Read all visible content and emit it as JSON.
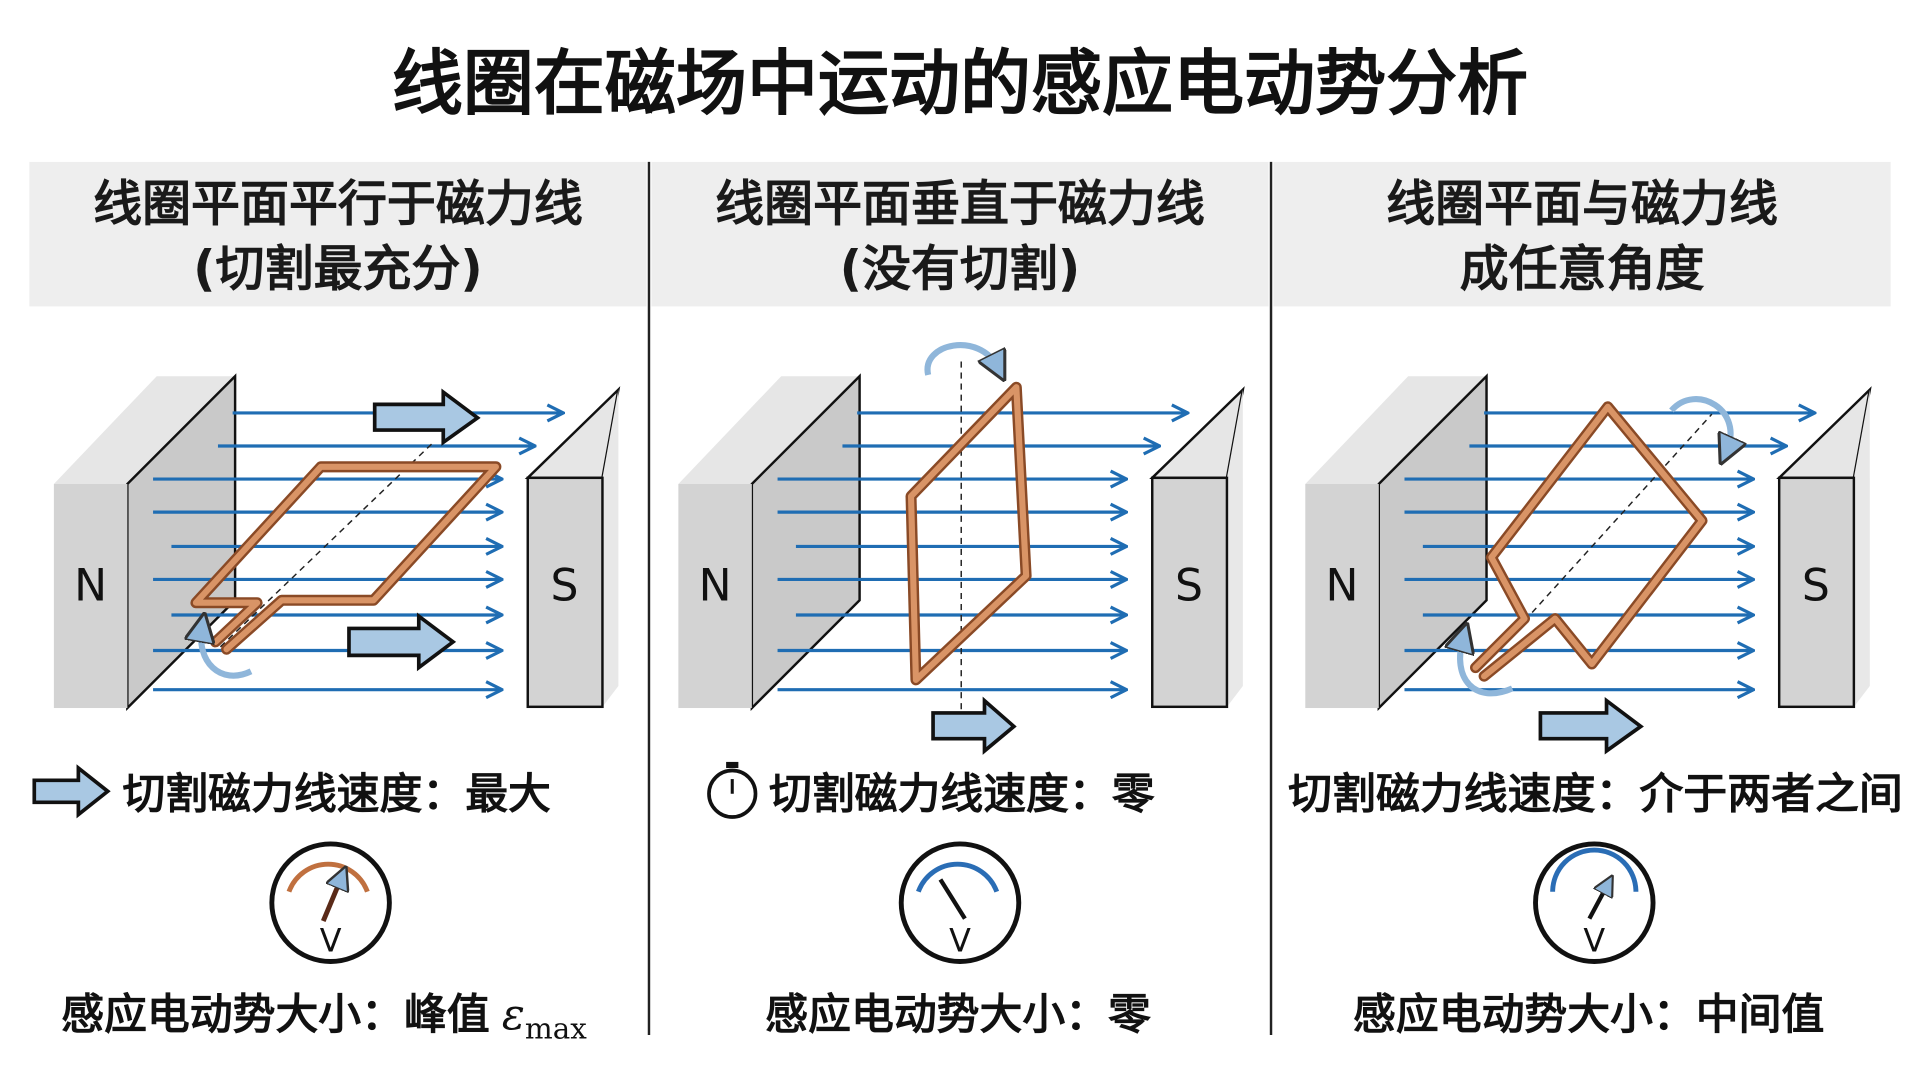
{
  "title": "线圈在磁场中运动的感应电动势分析",
  "colors": {
    "field": "#1f6db3",
    "coil": "#c87a4a",
    "arrow_fill": "#a9c8e3",
    "header_bg": "#eeeeee",
    "gauge_peak": "#c0703f",
    "gauge_blue": "#2a6db5"
  },
  "panels": [
    {
      "header_line1": "线圈平面平行于磁力线",
      "header_line2": "(切割最充分)",
      "pole_n": "N",
      "pole_s": "S",
      "speed_icon": "block-arrow-icon",
      "speed_label": "切割磁力线速度：最大",
      "gauge_letter": "V",
      "emf_label": "感应电动势大小：峰值",
      "emf_symbol": "ε",
      "emf_subscript": "max"
    },
    {
      "header_line1": "线圈平面垂直于磁力线",
      "header_line2": "(没有切割)",
      "pole_n": "N",
      "pole_s": "S",
      "speed_icon": "stopwatch-icon",
      "speed_label": "切割磁力线速度：零",
      "gauge_letter": "V",
      "emf_label": "感应电动势大小：零"
    },
    {
      "header_line1": "线圈平面与磁力线",
      "header_line2": "成任意角度",
      "pole_n": "N",
      "pole_s": "S",
      "speed_label": "切割磁力线速度：介于两者之间",
      "gauge_letter": "V",
      "emf_label": "感应电动势大小：中间值"
    }
  ]
}
